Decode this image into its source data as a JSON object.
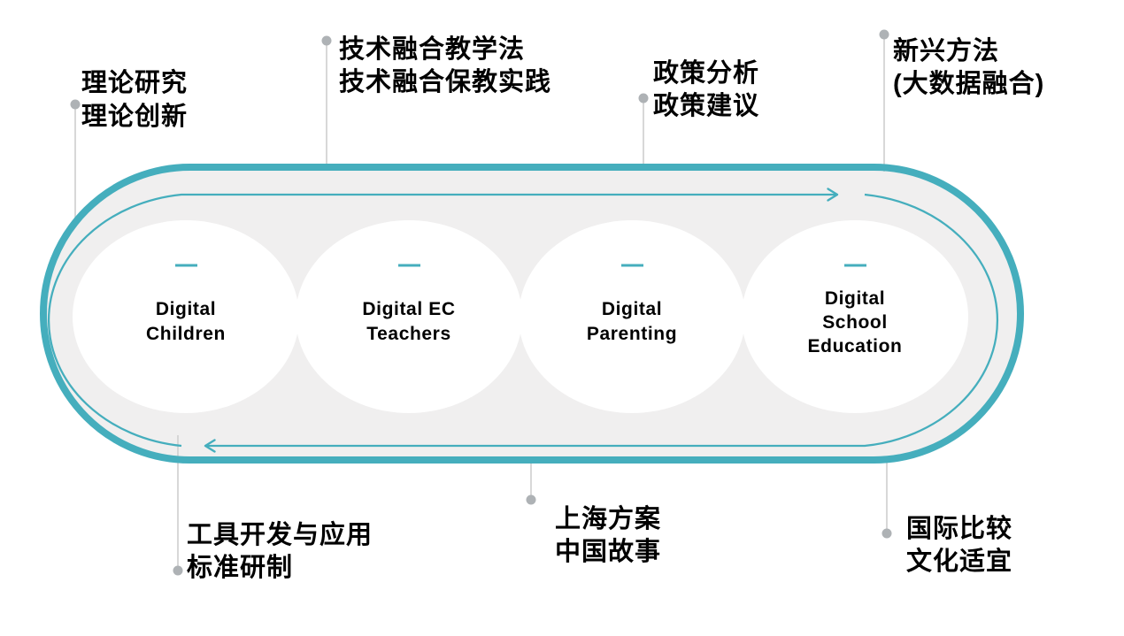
{
  "colors": {
    "teal": "#45AEBD",
    "stadium_fill": "#F0EFEF",
    "connector_line": "#CFCFCF",
    "connector_dot": "#AEB2B5",
    "text": "#000000"
  },
  "outer_labels": [
    {
      "id": "theory",
      "lines": [
        "理论研究",
        "理论创新"
      ]
    },
    {
      "id": "technology",
      "lines": [
        "技术融合教学法",
        "技术融合保教实践"
      ]
    },
    {
      "id": "policy",
      "lines": [
        "政策分析",
        "政策建议"
      ]
    },
    {
      "id": "new-methods",
      "lines": [
        "新兴方法",
        "(大数据融合)"
      ]
    },
    {
      "id": "tools",
      "lines": [
        "工具开发与应用",
        "标准研制"
      ]
    },
    {
      "id": "shanghai",
      "lines": [
        "上海方案",
        "中国故事"
      ]
    },
    {
      "id": "international",
      "lines": [
        "国际比较",
        "文化适宜"
      ]
    }
  ],
  "nodes": [
    {
      "id": "digital-children",
      "lines": [
        "Digital",
        "Children"
      ]
    },
    {
      "id": "digital-ec-teachers",
      "lines": [
        "Digital EC",
        "Teachers"
      ]
    },
    {
      "id": "digital-parenting",
      "lines": [
        "Digital",
        "Parenting"
      ]
    },
    {
      "id": "digital-school-education",
      "lines": [
        "Digital",
        "School",
        "Education"
      ]
    }
  ]
}
